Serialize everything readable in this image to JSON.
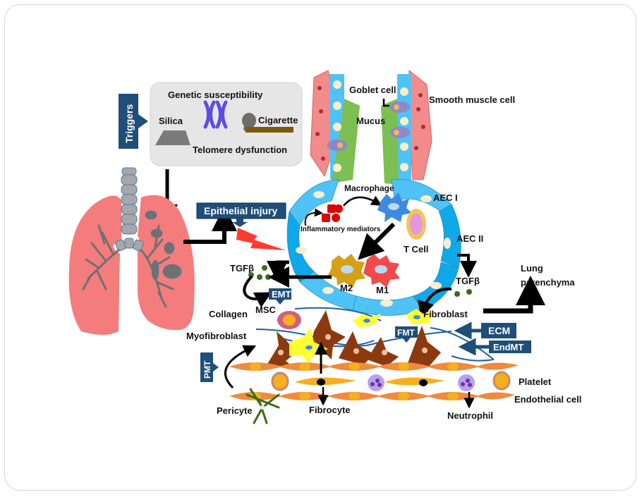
{
  "figure": {
    "title": "Pathogenesis of pulmonary fibrosis",
    "colors": {
      "label_box": "#1f4e79",
      "lung": "#f47c7c",
      "airway_gray": "#a7a7a7",
      "epithelium": "#4fc3f7",
      "mucus": "#7cbf52",
      "smooth_muscle": "#f28b8b",
      "myofibroblast": "#8b3a0f",
      "fibroblast": "#ffff33",
      "endothelial": "#f08a3c",
      "collagen": "#1f5fa8",
      "macrophage": "#3b8be0",
      "m1": "#f24a4a",
      "m2": "#d4a015",
      "injury_bolt": "#ff3b30",
      "mediators": "#e00000",
      "tgfb": "#3f6a1e",
      "pericyte": "#3f6a1e"
    }
  },
  "triggers_panel": {
    "tab_label": "Triggers",
    "title": "Genetic susceptibility",
    "items": [
      "Silica",
      "Cigarette"
    ],
    "footer": "Telomere dysfunction"
  },
  "labels": {
    "epithelial_injury": "Epithelial injury",
    "goblet_cell": "Goblet cell",
    "smooth_muscle_cell": "Smooth muscle cell",
    "mucus": "Mucus",
    "macrophage": "Macrophage",
    "inflammatory_mediators": "Inflammatory mediators",
    "aec1": "AEC I",
    "aec2": "AEC II",
    "t_cell": "T Cell",
    "m2": "M2",
    "m1": "M1",
    "tgfb_left": "TGFβ",
    "tgfb_right": "TGFβ",
    "emt": "EMT",
    "msc": "MSC",
    "collagen": "Collagen",
    "myofibroblast": "Myofibroblast",
    "pmt": "PMT",
    "pericyte": "Pericyte",
    "fibrocyte": "Fibrocyte",
    "fmt": "FMT",
    "fibroblast": "Fibroblast",
    "ecm": "ECM",
    "endmt": "EndMT",
    "platelet": "Platelet",
    "endothelial_cell": "Endothelial cell",
    "neutrophil": "Neutrophil",
    "lung_parenchyma_1": "Lung",
    "lung_parenchyma_2": "parenchyma"
  }
}
